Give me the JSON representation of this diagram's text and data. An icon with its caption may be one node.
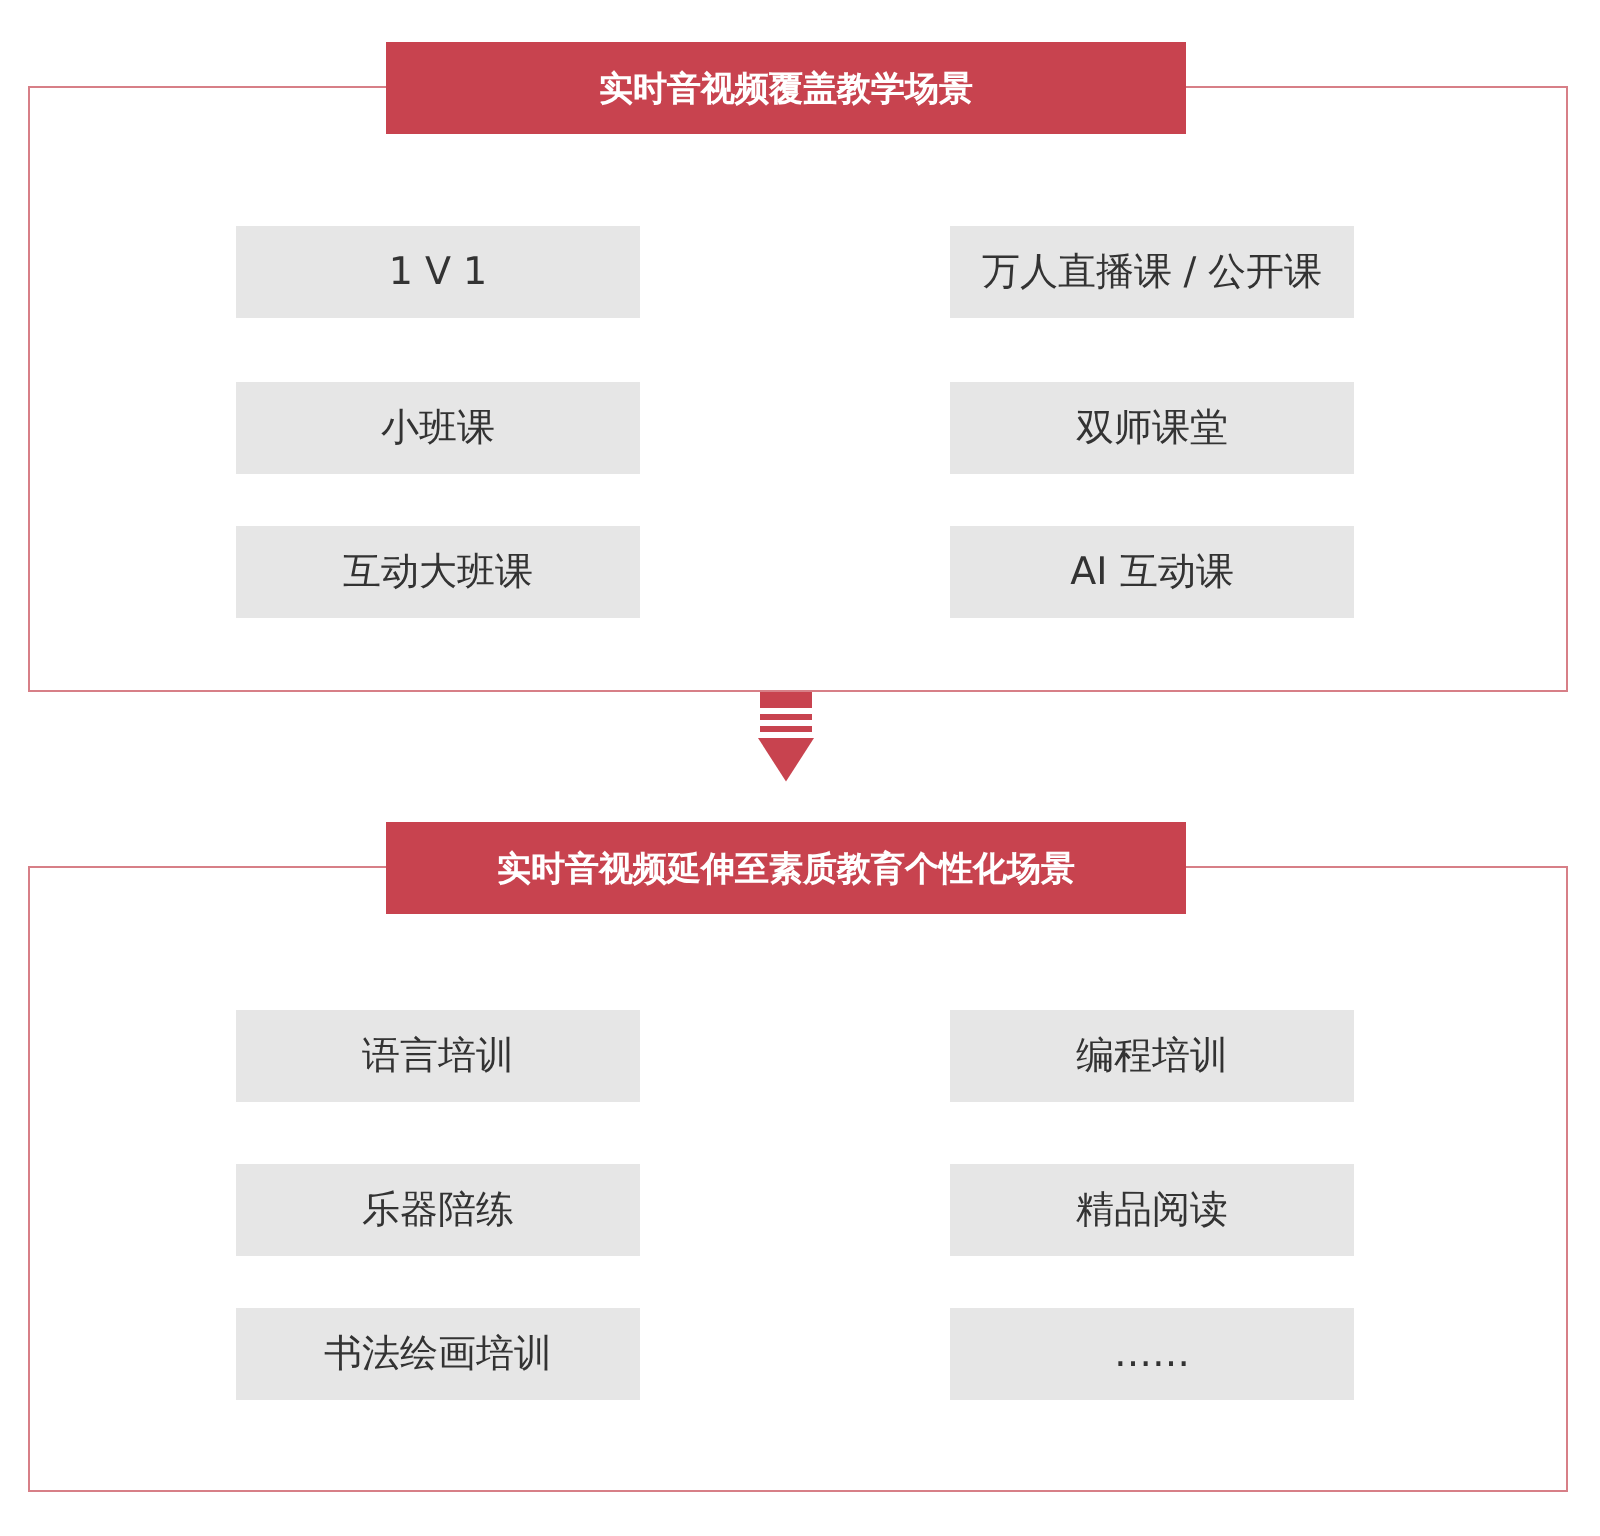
{
  "diagram": {
    "nodes": [
      {
        "text": [
          "实时音视频覆盖教学场景"
        ]
      },
      {
        "text": [
          "1 V 1"
        ],
        "in": 0
      },
      {
        "text": [
          "万人直播课 / 公开课"
        ],
        "in": 0
      },
      {
        "text": [
          "小班课"
        ],
        "in": 0
      },
      {
        "text": [
          "双师课堂"
        ],
        "in": 0
      },
      {
        "text": [
          "互动大班课"
        ],
        "in": 0
      },
      {
        "text": [
          "AI 互动课"
        ],
        "in": 0
      },
      {
        "text": [
          "实时音视频延伸至素质教育个性化场景"
        ]
      },
      {
        "text": [
          "语言培训"
        ],
        "in": 7
      },
      {
        "text": [
          "编程培训"
        ],
        "in": 7
      },
      {
        "text": [
          "乐器陪练"
        ],
        "in": 7
      },
      {
        "text": [
          "精品阅读"
        ],
        "in": 7
      },
      {
        "text": [
          "书法绘画培训"
        ],
        "in": 7
      },
      {
        "text": [
          "……"
        ],
        "in": 7
      }
    ],
    "edges": [
      {
        "from": 0,
        "to": 7,
        "arrow": "to"
      }
    ]
  }
}
